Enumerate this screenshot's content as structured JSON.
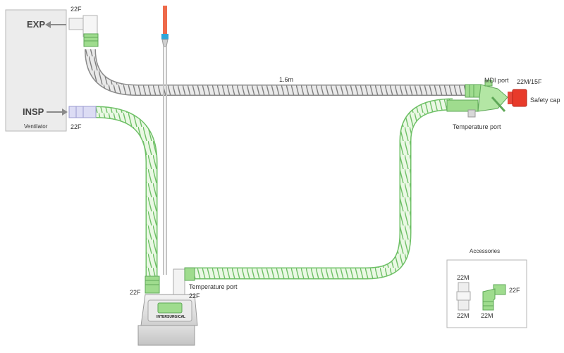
{
  "ventilator": {
    "label": "Ventilator",
    "exp": "EXP",
    "insp": "INSP"
  },
  "labels": {
    "exp_connector": "22F",
    "insp_connector": "22F",
    "tube_length": "1.6m",
    "mdi_port": "MDI port",
    "patient_connector": "22M/15F",
    "safety_cap": "Safety cap",
    "temperature_port_patient": "Temperature port",
    "humidifier_inlet": "22F",
    "temperature_port_humidifier": "Temperature port",
    "humidifier_outlet": "22F"
  },
  "humidifier": {
    "brand": "INTERSURGICAL"
  },
  "accessories": {
    "title": "Accessories",
    "straight_top": "22M",
    "straight_bottom": "22M",
    "elbow_right": "22F",
    "elbow_bottom": "22M"
  },
  "colors": {
    "expiratory_tube": "#b8b8b8",
    "inspiratory_tube": "#8fd48a",
    "connector_green": "#8fd47e",
    "safety_cap": "#e83a2a",
    "feed_line": "#ee6a4a"
  }
}
